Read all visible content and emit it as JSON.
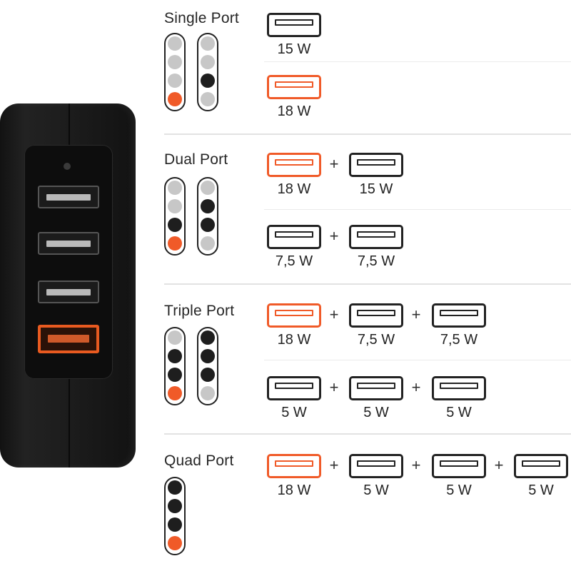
{
  "sections": [
    {
      "title": "Single Port",
      "indicators": [
        [
          "grey",
          "grey",
          "grey",
          "orange"
        ],
        [
          "grey",
          "grey",
          "black",
          "grey"
        ]
      ],
      "rows": [
        {
          "ports": [
            {
              "color": "black",
              "label": "15 W"
            }
          ]
        },
        {
          "ports": [
            {
              "color": "orange",
              "label": "18 W"
            }
          ]
        }
      ]
    },
    {
      "title": "Dual Port",
      "indicators": [
        [
          "grey",
          "grey",
          "black",
          "orange"
        ],
        [
          "grey",
          "black",
          "black",
          "grey"
        ]
      ],
      "rows": [
        {
          "ports": [
            {
              "color": "orange",
              "label": "18 W"
            },
            {
              "color": "black",
              "label": "15 W"
            }
          ]
        },
        {
          "ports": [
            {
              "color": "black",
              "label": "7,5 W"
            },
            {
              "color": "black",
              "label": "7,5 W"
            }
          ]
        }
      ]
    },
    {
      "title": "Triple Port",
      "indicators": [
        [
          "grey",
          "black",
          "black",
          "orange"
        ],
        [
          "black",
          "black",
          "black",
          "grey"
        ]
      ],
      "rows": [
        {
          "ports": [
            {
              "color": "orange",
              "label": "18 W"
            },
            {
              "color": "black",
              "label": "7,5 W"
            },
            {
              "color": "black",
              "label": "7,5 W"
            }
          ]
        },
        {
          "ports": [
            {
              "color": "black",
              "label": "5 W"
            },
            {
              "color": "black",
              "label": "5 W"
            },
            {
              "color": "black",
              "label": "5 W"
            }
          ]
        }
      ]
    },
    {
      "title": "Quad Port",
      "indicators": [
        [
          "black",
          "black",
          "black",
          "orange"
        ]
      ],
      "rows": [
        {
          "ports": [
            {
              "color": "orange",
              "label": "18 W"
            },
            {
              "color": "black",
              "label": "5 W"
            },
            {
              "color": "black",
              "label": "5 W"
            },
            {
              "color": "black",
              "label": "5 W"
            }
          ]
        }
      ]
    }
  ],
  "plus_sign": "+",
  "colors": {
    "accent": "#f05a28",
    "dark": "#1e1e1e",
    "inactive": "#c7c7c7"
  },
  "icons": {
    "port": "usb-port-icon",
    "device": "charger-device-icon"
  }
}
